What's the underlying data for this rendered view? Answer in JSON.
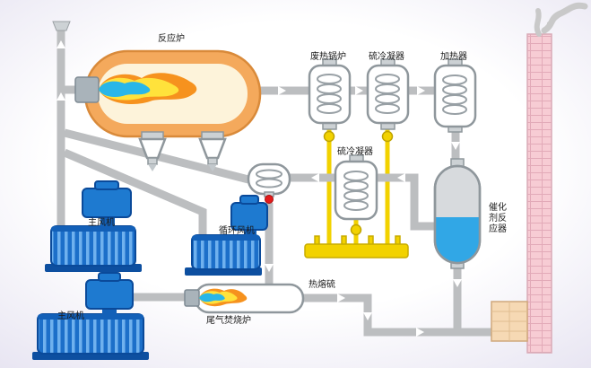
{
  "labels": {
    "reaction_furnace": "反应炉",
    "waste_heat_boiler": "废热锅炉",
    "sulfur_condenser_1": "硫冷凝器",
    "heater": "加热器",
    "sulfur_condenser_2": "硫冷凝器",
    "catalyst_reactor": "催化剂反应器",
    "main_blower_upper": "主风机",
    "circulation_blower": "循环风机",
    "main_blower_lower": "主风机",
    "tail_gas_incinerator": "尾气焚烧炉",
    "molten_sulfur": "热熔硫"
  },
  "colors": {
    "pipe_gray": "#bcbec0",
    "vessel_stroke": "#8f979c",
    "furnace_ring": "#f4a95c",
    "furnace_inner": "#fdf3da",
    "flame_orange": "#f6921e",
    "flame_yellow": "#ffe23b",
    "flame_blue": "#29b6e8",
    "sulfur_yellow": "#f2d200",
    "blower_blue": "#1e7ad0",
    "reactor_liquid": "#31a7e6",
    "chimney_pink": "#f7ccd4",
    "valve_red": "#e31b1b",
    "background_lavender": "#e6e3f1"
  },
  "icons": {
    "flow_arrow": "white triangle showing flow direction",
    "flame": "layered orange-yellow-blue flame",
    "coil": "heat-exchanger spring coil",
    "smoke": "gray smoke wisps from stack",
    "ball_valve": "yellow ball valve",
    "drain_valve": "red drain valve dot"
  }
}
